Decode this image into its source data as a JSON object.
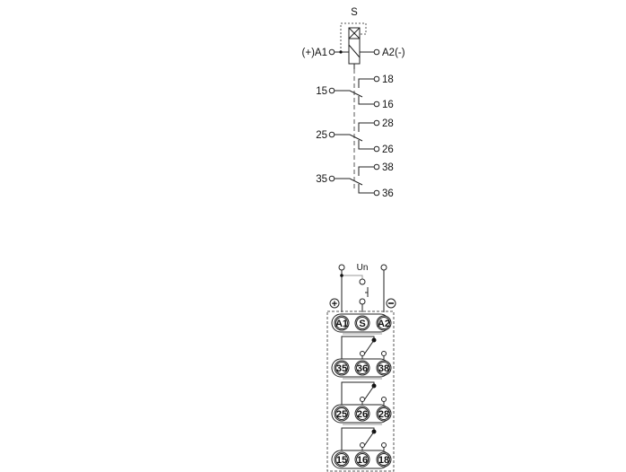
{
  "schematic": {
    "switch_label": "S",
    "coil_left_label": "(+)A1",
    "coil_right_label": "A2(-)",
    "contacts": [
      {
        "common": "15",
        "no": "18",
        "nc": "16"
      },
      {
        "common": "25",
        "no": "28",
        "nc": "26"
      },
      {
        "common": "35",
        "no": "38",
        "nc": "36"
      }
    ]
  },
  "terminal_diagram": {
    "supply_label": "Un",
    "plus_symbol": "+",
    "minus_symbol": "−",
    "top_row": [
      "A1",
      "S",
      "A2"
    ],
    "contact_rows": [
      [
        "35",
        "36",
        "38"
      ],
      [
        "25",
        "26",
        "28"
      ],
      [
        "15",
        "16",
        "18"
      ]
    ]
  },
  "colors": {
    "line": "#222222",
    "dashed": "#555555",
    "gray_bar": "#999999"
  }
}
